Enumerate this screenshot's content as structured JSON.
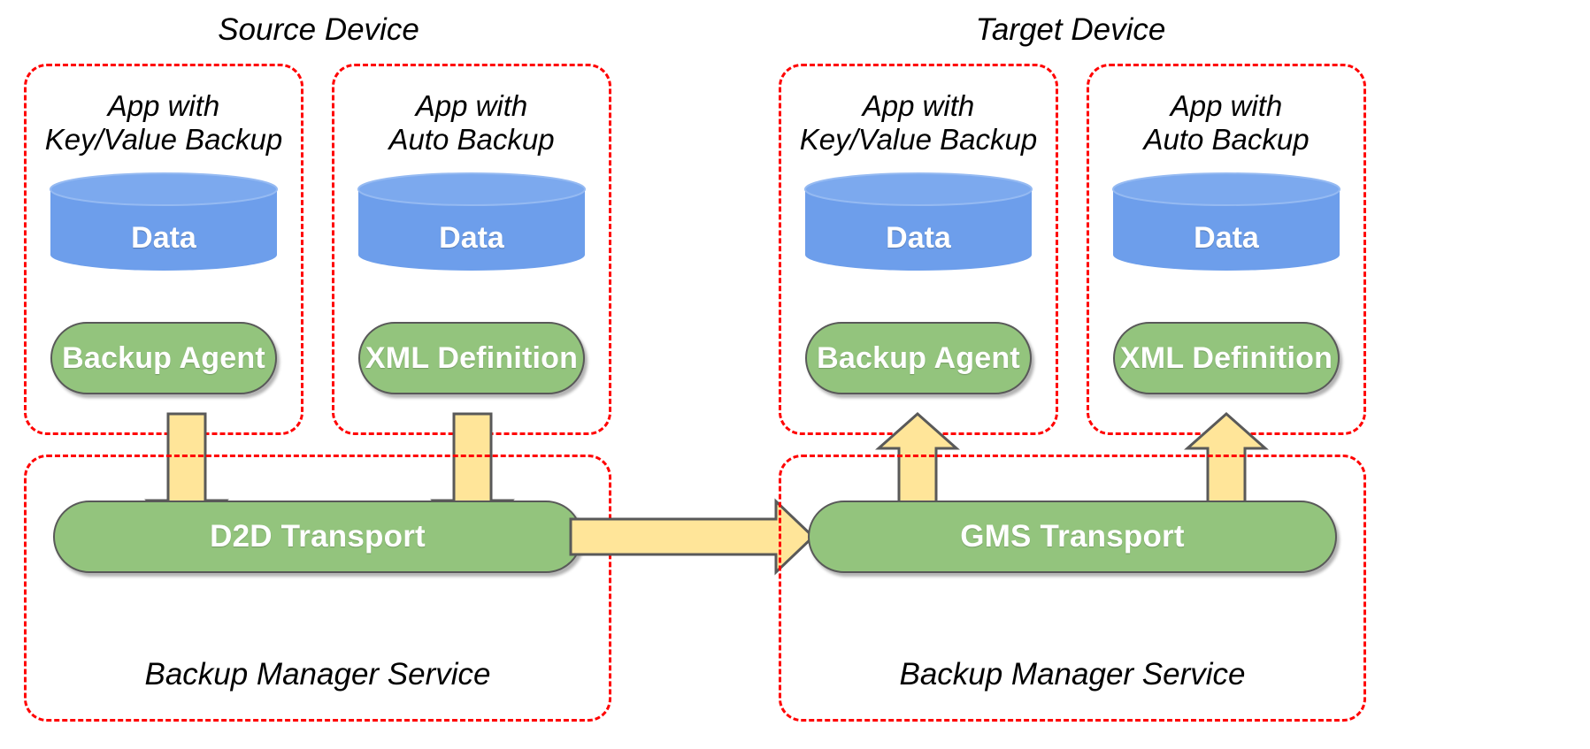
{
  "diagram": {
    "title_source": "Source Device",
    "title_target": "Target Device",
    "colors": {
      "device_border": "#ff0000",
      "data_cylinder": "#6d9eeb",
      "component_fill": "#93c47d",
      "component_stroke": "#595959",
      "arrow_fill": "#ffe599",
      "arrow_stroke": "#595959",
      "text_on_fill": "#ffffff",
      "text": "#000000"
    },
    "devices": [
      {
        "name": "Source Device",
        "apps": [
          {
            "caption": "App with\nKey/Value Backup",
            "data_label": "Data",
            "component_label": "Backup Agent",
            "flow_direction": "down"
          },
          {
            "caption": "App with\nAuto Backup",
            "data_label": "Data",
            "component_label": "XML Definition",
            "flow_direction": "down"
          }
        ],
        "service": {
          "transport_label": "D2D Transport",
          "caption": "Backup Manager Service"
        }
      },
      {
        "name": "Target Device",
        "apps": [
          {
            "caption": "App with\nKey/Value Backup",
            "data_label": "Data",
            "component_label": "Backup Agent",
            "flow_direction": "up"
          },
          {
            "caption": "App with\nAuto Backup",
            "data_label": "Data",
            "component_label": "XML Definition",
            "flow_direction": "up"
          }
        ],
        "service": {
          "transport_label": "GMS Transport",
          "caption": "Backup Manager Service"
        }
      }
    ],
    "transfer_arrow": {
      "from": "D2D Transport",
      "to": "GMS Transport",
      "direction": "right",
      "label": ""
    }
  }
}
